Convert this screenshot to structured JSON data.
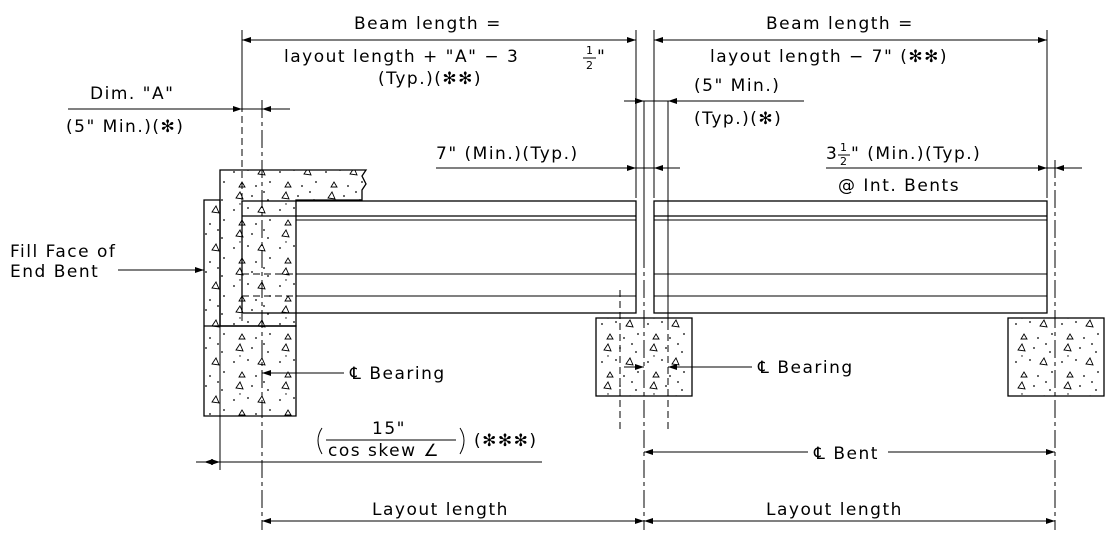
{
  "beam_length_left": {
    "title": "Beam length =",
    "formula": "layout length + \"A\" − 3",
    "frac_num": "1",
    "frac_den": "2",
    "inch": "\"",
    "note": "(Typ.)(✻✻)"
  },
  "beam_length_right": {
    "title": "Beam length =",
    "formula": "layout length − 7\" (✻✻)"
  },
  "dim_a": {
    "label": "Dim. \"A\"",
    "min": "(5\" Min.)(✻)"
  },
  "five_min": {
    "label": "(5\" Min.)",
    "note": "(Typ.)(✻)"
  },
  "seven_min": "7\" (Min.)(Typ.)",
  "three_half": {
    "whole": "3",
    "frac_num": "1",
    "frac_den": "2",
    "rest": "\" (Min.)(Typ.)",
    "int_bents": "@ Int. Bents"
  },
  "fill_face": {
    "line1": "Fill Face of",
    "line2": "End Bent"
  },
  "bearing_left": "℄ Bearing",
  "bearing_mid": "℄ Bearing",
  "skew_note": {
    "numerator": "15\"",
    "denominator": "cos skew ∠",
    "note": "(✻✻✻)"
  },
  "bent_centerline": "℄ Bent",
  "layout_length_left": "Layout length",
  "layout_length_right": "Layout length"
}
